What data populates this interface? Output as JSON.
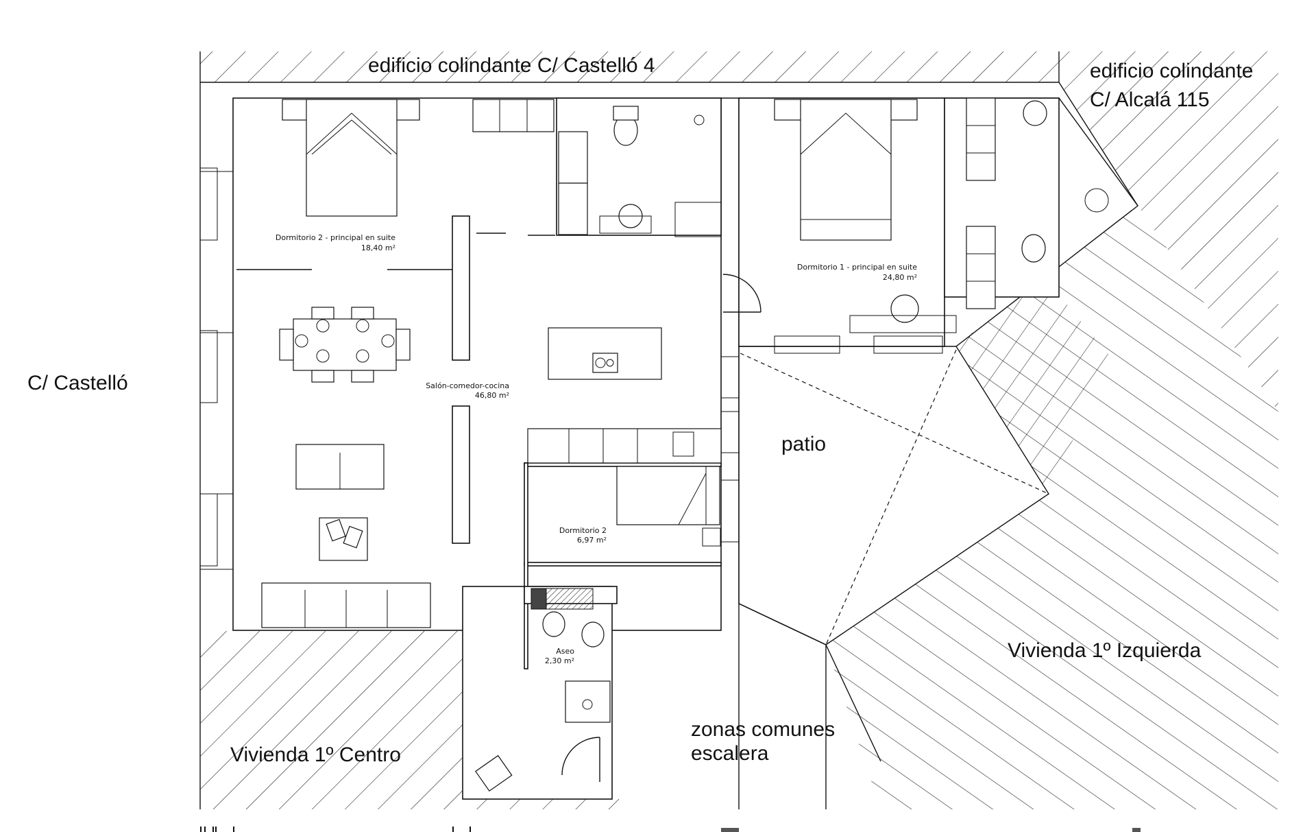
{
  "labels": {
    "neighbor_top": "edificio colindante C/ Castelló 4",
    "neighbor_right_line1": "edificio colindante",
    "neighbor_right_line2": "C/ Alcalá 115",
    "street_left": "C/ Castelló",
    "patio": "patio",
    "neighbor_bottom_left": "Vivienda 1º Centro",
    "common_line1": "zonas comunes",
    "common_line2": "escalera",
    "neighbor_bottom_right": "Vivienda 1º Izquierda"
  },
  "rooms": {
    "dormitorio2_suite": {
      "name": "Dormitorio 2 - principal en suite",
      "area": "18,40 m²"
    },
    "dormitorio1_suite": {
      "name": "Dormitorio 1 - principal en suite",
      "area": "24,80 m²"
    },
    "salon": {
      "name": "Salón-comedor-cocina",
      "area": "46,80 m²"
    },
    "dormitorio2": {
      "name": "Dormitorio 2",
      "area": "6,97 m²"
    },
    "aseo": {
      "name": "Aseo",
      "area": "2,30 m²"
    }
  },
  "colors": {
    "line": "#111111",
    "background": "#ffffff",
    "dark_fill": "#444444"
  }
}
